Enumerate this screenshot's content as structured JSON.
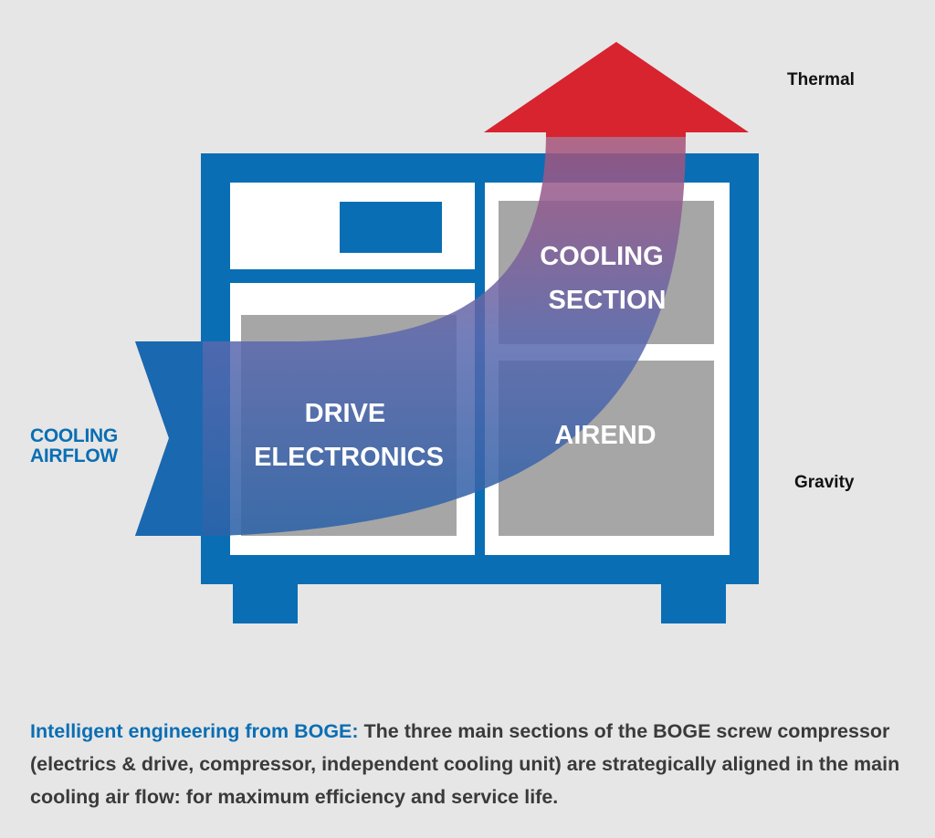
{
  "diagram": {
    "sections": {
      "cooling": [
        "COOLING",
        "SECTION"
      ],
      "drive": [
        "DRIVE",
        "ELECTRONICS"
      ],
      "airend": [
        "AIREND"
      ]
    },
    "labels": {
      "thermal": "Thermal",
      "gravity": "Gravity",
      "airflow": [
        "COOLING",
        "AIRFLOW"
      ]
    },
    "colors": {
      "background": "#e6e6e6",
      "frame_blue": "#0a6eb4",
      "panel_white": "#ffffff",
      "component_gray": "#a6a6a6",
      "hot_red": "#d7242f",
      "text_dark": "#111111"
    }
  },
  "caption": {
    "lead": "Intelligent engineering from BOGE:",
    "body": " The three main sections of the BOGE screw compressor (electrics & drive, compressor, independent cooling unit) are strategically aligned in the main cooling air flow: for maximum efficiency and service life."
  }
}
